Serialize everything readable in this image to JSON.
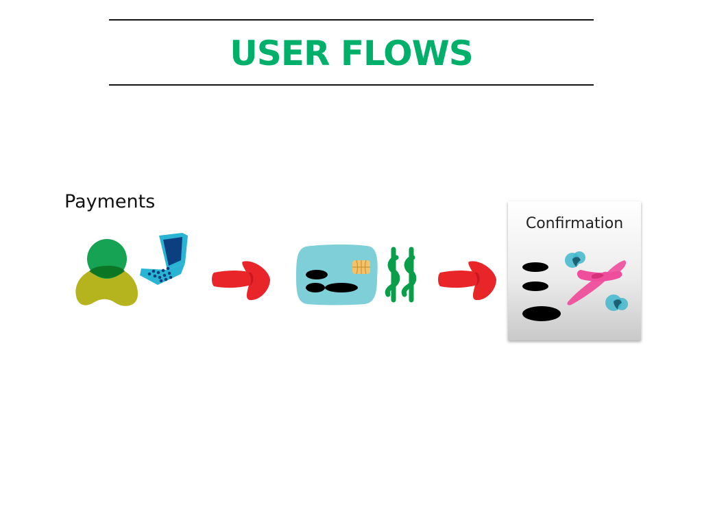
{
  "title": "USER FLOWS",
  "flow": {
    "label": "Payments",
    "confirmation_label": "Confirmation"
  },
  "colors": {
    "title": "#00b06a",
    "arrow": "#e8262a",
    "card": "#7ecfd8",
    "chip": "#f3c36b",
    "money": "#0a9e4a",
    "user_body": "#b5b41e",
    "user_head": "#0a9e4a",
    "laptop": "#2ab4d4",
    "plane": "#ee4e9c",
    "cloud": "#3fb7cc"
  }
}
